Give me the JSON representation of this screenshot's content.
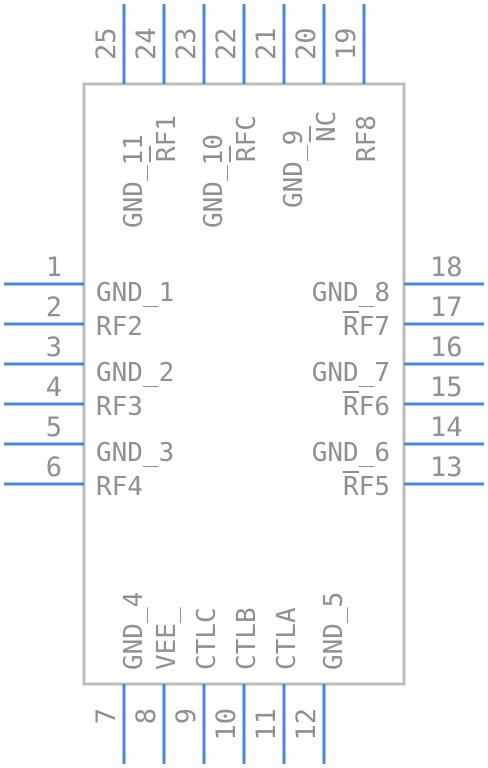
{
  "component": {
    "pins": [
      {
        "num": "1",
        "name": "GND_1"
      },
      {
        "num": "2",
        "name": "RF2"
      },
      {
        "num": "3",
        "name": "GND_2"
      },
      {
        "num": "4",
        "name": "RF3"
      },
      {
        "num": "5",
        "name": "GND_3"
      },
      {
        "num": "6",
        "name": "RF4"
      },
      {
        "num": "7",
        "name": "GND_4"
      },
      {
        "num": "8",
        "name": "VEE_"
      },
      {
        "num": "9",
        "name": "CTLC"
      },
      {
        "num": "10",
        "name": "CTLB"
      },
      {
        "num": "11",
        "name": "CTLA"
      },
      {
        "num": "12",
        "name": "GND_5"
      },
      {
        "num": "13",
        "name": "RF5"
      },
      {
        "num": "14",
        "name": "GND_6"
      },
      {
        "num": "15",
        "name": "RF6"
      },
      {
        "num": "16",
        "name": "GND_7"
      },
      {
        "num": "17",
        "name": "RF7"
      },
      {
        "num": "18",
        "name": "GND_8"
      },
      {
        "num": "19",
        "name": "RF8"
      },
      {
        "num": "20",
        "name": "NC"
      },
      {
        "num": "21",
        "name": "GND_9"
      },
      {
        "num": "22",
        "name": "RFC"
      },
      {
        "num": "23",
        "name": "GND_10"
      },
      {
        "num": "24",
        "name": "RF1"
      },
      {
        "num": "25",
        "name": "GND_11"
      }
    ]
  },
  "colors": {
    "pin_line": "#4a87d8",
    "body_outline": "#bdbdbd",
    "text": "#909090"
  }
}
